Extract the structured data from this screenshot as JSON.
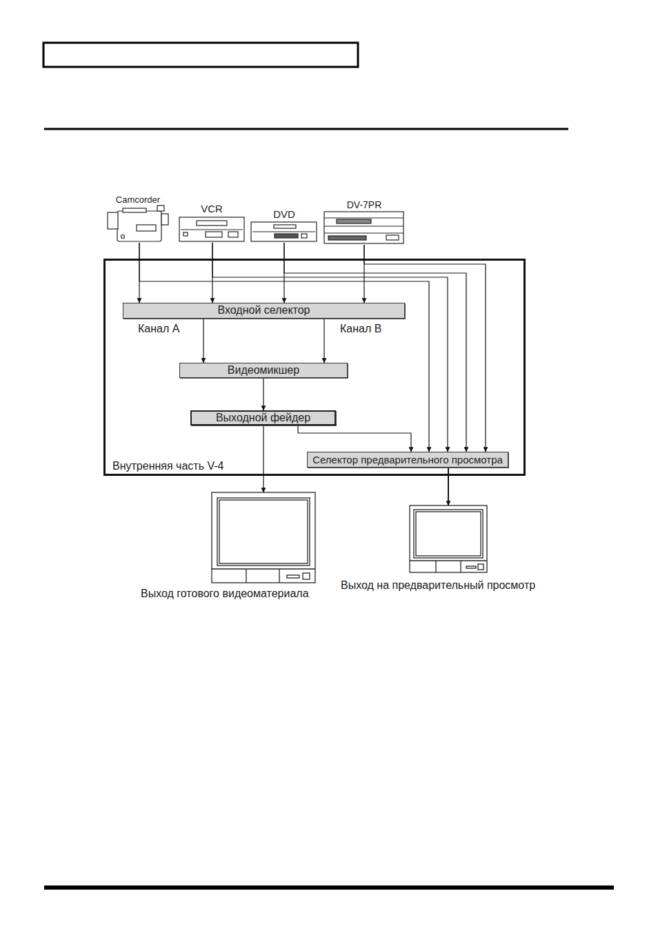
{
  "diagram": {
    "nodes": [
      {
        "text": [
          "Camcorder"
        ]
      },
      {
        "text": [
          "VCR"
        ]
      },
      {
        "text": [
          "DVD"
        ]
      },
      {
        "text": [
          "DV-7PR"
        ]
      },
      {
        "text": [
          "Внутренняя часть V-4"
        ]
      },
      {
        "text": [
          "Входной селектор"
        ],
        "in": 4
      },
      {
        "text": [
          "Видеомикшер"
        ],
        "in": 4
      },
      {
        "text": [
          "Выходной фейдер"
        ],
        "in": 4
      },
      {
        "text": [
          "Селектор предварительного просмотра"
        ],
        "in": 4
      },
      {
        "text": [
          "Выход готового видеоматериала"
        ]
      },
      {
        "text": [
          "Выход на предварительный просмотр"
        ]
      }
    ],
    "edges": [
      {
        "from": 0,
        "to": 5,
        "arrow": "to"
      },
      {
        "from": 1,
        "to": 5,
        "arrow": "to"
      },
      {
        "from": 2,
        "to": 5,
        "arrow": "to"
      },
      {
        "from": 3,
        "to": 5,
        "arrow": "to"
      },
      {
        "from": 5,
        "to": 6,
        "label": "Канал A",
        "arrow": "to"
      },
      {
        "from": 5,
        "to": 6,
        "label": "Канал B",
        "arrow": "to"
      },
      {
        "from": 6,
        "to": 7,
        "arrow": "to"
      },
      {
        "from": 7,
        "to": 9,
        "arrow": "to"
      },
      {
        "from": 7,
        "to": 8,
        "arrow": "to"
      },
      {
        "from": 0,
        "to": 8,
        "arrow": "to"
      },
      {
        "from": 1,
        "to": 8,
        "arrow": "to"
      },
      {
        "from": 2,
        "to": 8,
        "arrow": "to"
      },
      {
        "from": 3,
        "to": 8,
        "arrow": "to"
      },
      {
        "from": 8,
        "to": 10,
        "arrow": "to"
      }
    ]
  }
}
